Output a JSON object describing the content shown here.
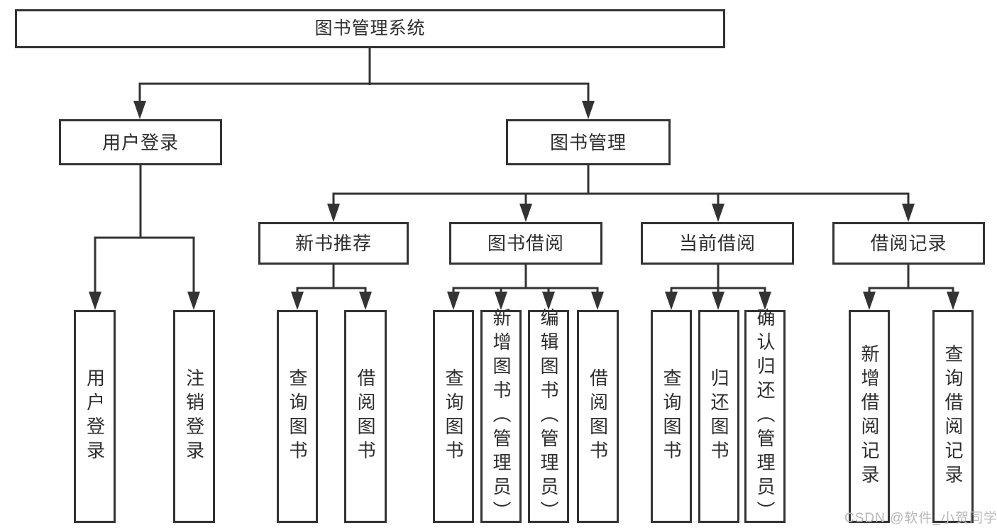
{
  "diagram_title": "图书管理系统",
  "tree": {
    "label": "图书管理系统",
    "children": [
      {
        "label": "用户登录",
        "children": [
          {
            "label": "用户登录"
          },
          {
            "label": "注销登录"
          }
        ]
      },
      {
        "label": "图书管理",
        "children": [
          {
            "label": "新书推荐",
            "children": [
              {
                "label": "查询图书"
              },
              {
                "label": "借阅图书"
              }
            ]
          },
          {
            "label": "图书借阅",
            "children": [
              {
                "label": "查询图书"
              },
              {
                "label": "新增图书（管理员）"
              },
              {
                "label": "编辑图书（管理员）"
              },
              {
                "label": "借阅图书"
              }
            ]
          },
          {
            "label": "当前借阅",
            "children": [
              {
                "label": "查询图书"
              },
              {
                "label": "归还图书"
              },
              {
                "label": "确认归还（管理员）"
              }
            ]
          },
          {
            "label": "借阅记录",
            "children": [
              {
                "label": "新增借阅记录"
              },
              {
                "label": "查询借阅记录"
              }
            ]
          }
        ]
      }
    ]
  },
  "watermark": {
    "text": "CSDN @软件_小贺同学"
  },
  "colors": {
    "line": "#333333",
    "box_border": "#333333",
    "text": "#2d2d2d",
    "background": "#ffffff",
    "watermark_text": "#b8b8b8"
  }
}
